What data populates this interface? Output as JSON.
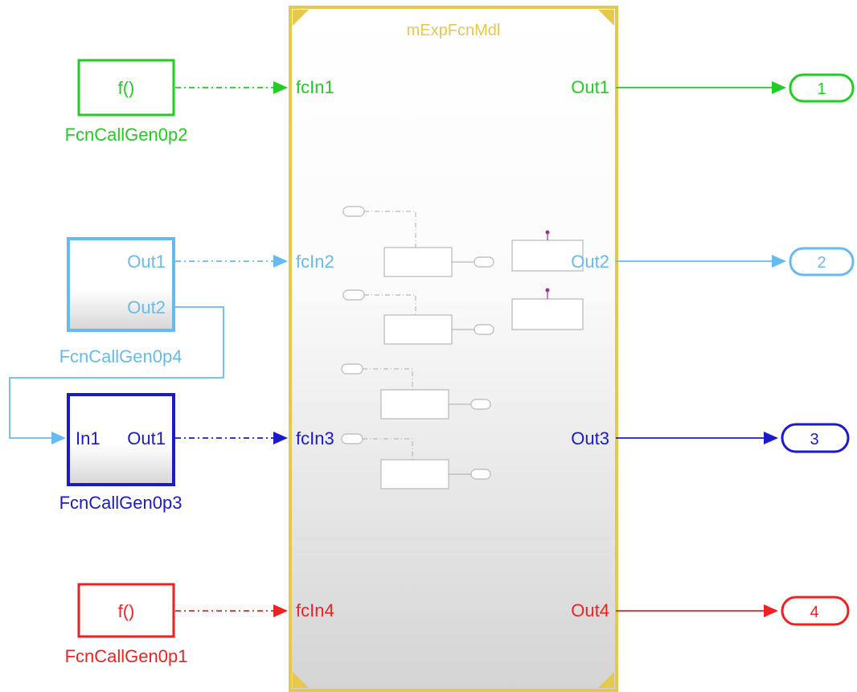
{
  "model_block": {
    "title": "mExpFcnMdl",
    "inputs": [
      "fcIn1",
      "fcIn2",
      "fcIn3",
      "fcIn4"
    ],
    "outputs": [
      "Out1",
      "Out2",
      "Out3",
      "Out4"
    ]
  },
  "gen_p2": {
    "text": "f()",
    "name": "FcnCallGen0p2"
  },
  "gen_p4": {
    "out1": "Out1",
    "out2": "Out2",
    "name": "FcnCallGen0p4"
  },
  "gen_p3": {
    "in1": "In1",
    "out1": "Out1",
    "name": "FcnCallGen0p3"
  },
  "gen_p1": {
    "text": "f()",
    "name": "FcnCallGen0p1"
  },
  "outports": [
    "1",
    "2",
    "3",
    "4"
  ],
  "colors": {
    "green": "#22cc22",
    "lightblue": "#66bbee",
    "blue": "#1a1acc",
    "red": "#ee2222",
    "gold": "#e6c84a",
    "purple": "#993399"
  }
}
